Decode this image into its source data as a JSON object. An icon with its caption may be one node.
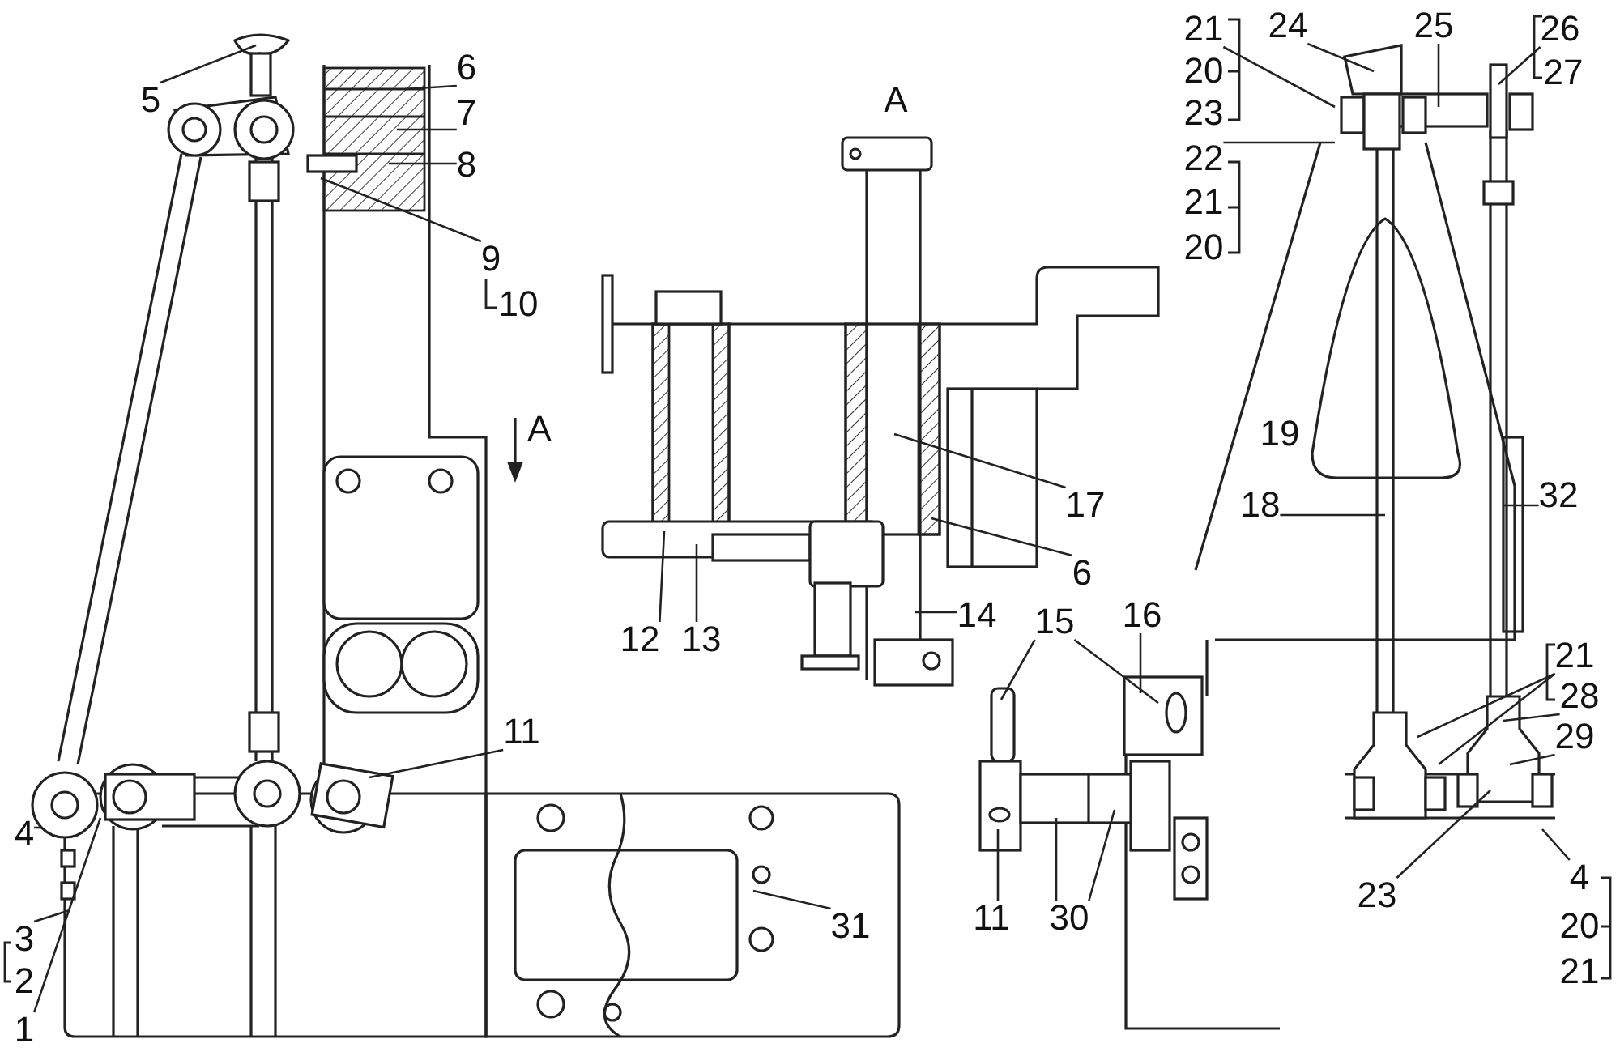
{
  "diagram": {
    "nodes": [
      {
        "text": [
          "24"
        ]
      },
      {
        "text": [
          "25"
        ]
      },
      {
        "text": [
          "21"
        ]
      },
      {
        "text": [
          "26"
        ]
      },
      {
        "text": [
          "6"
        ]
      },
      {
        "text": [
          "5"
        ]
      },
      {
        "text": [
          "7"
        ]
      },
      {
        "text": [
          "8"
        ]
      },
      {
        "text": [
          "22"
        ]
      },
      {
        "text": [
          "9"
        ]
      },
      {
        "text": [
          "18"
        ]
      },
      {
        "text": [
          "17"
        ]
      },
      {
        "text": [
          "32"
        ]
      },
      {
        "text": [
          "6"
        ]
      },
      {
        "text": [
          "14"
        ]
      },
      {
        "text": [
          "15"
        ]
      },
      {
        "text": [
          "16"
        ]
      },
      {
        "text": [
          "12"
        ]
      },
      {
        "text": [
          "13"
        ]
      },
      {
        "text": [
          "21"
        ]
      },
      {
        "text": [
          "28"
        ]
      },
      {
        "text": [
          "11"
        ]
      },
      {
        "text": [
          "29"
        ]
      },
      {
        "text": [
          "4"
        ]
      },
      {
        "text": [
          "23"
        ]
      },
      {
        "text": [
          "4"
        ]
      },
      {
        "text": [
          "11"
        ]
      },
      {
        "text": [
          "30"
        ]
      },
      {
        "text": [
          "31"
        ]
      },
      {
        "text": [
          "3"
        ]
      },
      {
        "text": [
          "1"
        ]
      }
    ],
    "edges": [
      {
        "from": 0,
        "to": null,
        "arrow": "none"
      },
      {
        "from": 1,
        "to": null,
        "arrow": "none"
      },
      {
        "from": 2,
        "to": null,
        "arrow": "none"
      },
      {
        "from": 3,
        "to": null,
        "arrow": "none"
      },
      {
        "from": 4,
        "to": null,
        "arrow": "none"
      },
      {
        "from": 5,
        "to": null,
        "arrow": "none"
      },
      {
        "from": 6,
        "to": null,
        "arrow": "none"
      },
      {
        "from": 7,
        "to": null,
        "arrow": "none"
      },
      {
        "from": 8,
        "to": null,
        "arrow": "none"
      },
      {
        "from": 9,
        "to": null,
        "arrow": "none"
      },
      {
        "from": 10,
        "to": null,
        "arrow": "none"
      },
      {
        "from": 11,
        "to": null,
        "arrow": "none"
      },
      {
        "from": 12,
        "to": null,
        "arrow": "none"
      },
      {
        "from": 13,
        "to": null,
        "arrow": "none"
      },
      {
        "from": 14,
        "to": null,
        "arrow": "none"
      },
      {
        "from": 15,
        "to": null,
        "arrow": "none"
      },
      {
        "from": 15,
        "to": null,
        "arrow": "none"
      },
      {
        "from": 16,
        "to": null,
        "arrow": "none"
      },
      {
        "from": 17,
        "to": null,
        "arrow": "none"
      },
      {
        "from": 18,
        "to": null,
        "arrow": "none"
      },
      {
        "from": 19,
        "to": null,
        "arrow": "none"
      },
      {
        "from": 19,
        "to": null,
        "arrow": "none"
      },
      {
        "from": 20,
        "to": null,
        "arrow": "none"
      },
      {
        "from": 21,
        "to": null,
        "arrow": "none"
      },
      {
        "from": 22,
        "to": null,
        "arrow": "none"
      },
      {
        "from": 23,
        "to": null,
        "arrow": "none"
      },
      {
        "from": 24,
        "to": null,
        "arrow": "none"
      },
      {
        "from": 25,
        "to": null,
        "arrow": "none"
      },
      {
        "from": 26,
        "to": null,
        "arrow": "none"
      },
      {
        "from": 27,
        "to": null,
        "arrow": "none"
      },
      {
        "from": 27,
        "to": null,
        "arrow": "none"
      },
      {
        "from": 28,
        "to": null,
        "arrow": "none"
      },
      {
        "from": 29,
        "to": null,
        "arrow": "none"
      },
      {
        "from": 30,
        "to": null,
        "arrow": "none"
      }
    ],
    "labels": [
      "A",
      "20",
      "27",
      "23",
      "21",
      "20",
      "10",
      "A",
      "19",
      "2",
      "20",
      "21"
    ]
  }
}
